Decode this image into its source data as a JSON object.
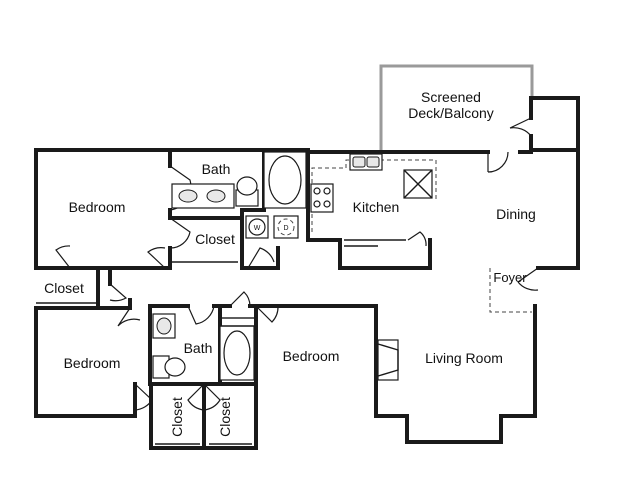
{
  "rooms": {
    "screened_deck_line1": "Screened",
    "screened_deck_line2": "Deck/Balcony",
    "bath_top": "Bath",
    "bedroom_top_left": "Bedroom",
    "kitchen": "Kitchen",
    "dining": "Dining",
    "closet_top": "Closet",
    "closet_left": "Closet",
    "foyer": "Foyer",
    "bedroom_bottom_left": "Bedroom",
    "bath_bottom": "Bath",
    "bedroom_middle": "Bedroom",
    "living_room": "Living Room",
    "closet_bottom_1": "Closet",
    "closet_bottom_2": "Closet"
  },
  "appliances": {
    "washer": "W",
    "dryer": "D"
  }
}
